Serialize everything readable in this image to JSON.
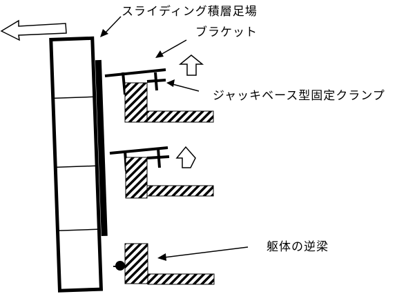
{
  "diagram": {
    "labels": {
      "scaffold": "スライディング積層足場",
      "bracket": "ブラケット",
      "clamp": "ジャッキベース型固定クランプ",
      "beam": "躯体の逆梁"
    },
    "colors": {
      "stroke": "#000000",
      "background": "#ffffff"
    }
  }
}
